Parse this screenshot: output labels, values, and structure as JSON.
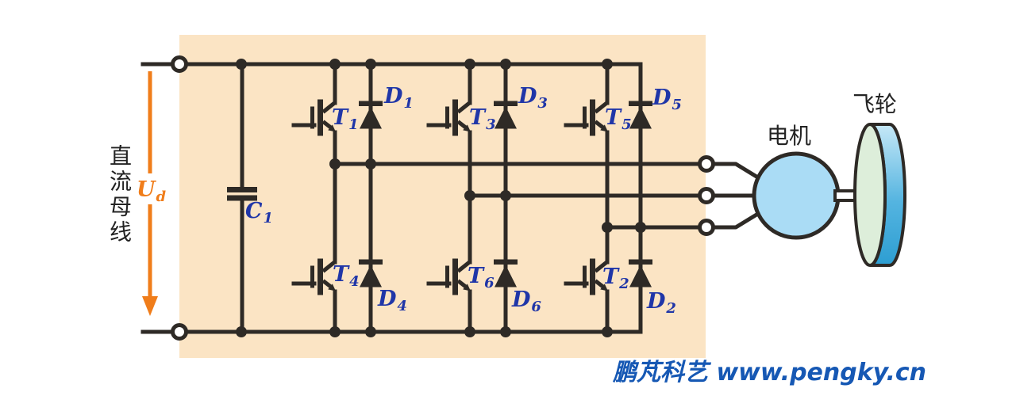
{
  "colors": {
    "background": "#ffffff",
    "panel_beige": "#fbe4c4",
    "wire_black": "#2e2a26",
    "component_label_blue": "#2036a8",
    "dc_arrow_orange": "#f07d1a",
    "motor_fill_blue": "#aadcf5",
    "flywheel_face_green": "#ddeeda",
    "flywheel_rim_blue_top": "#c6e8f7",
    "flywheel_rim_blue_bottom": "#2d9ed2",
    "watermark_blue": "#1658b4"
  },
  "left_section": {
    "dc_bus_label": "直流母线",
    "dc_voltage": {
      "main": "U",
      "sub": "d"
    }
  },
  "inverter": {
    "capacitor": {
      "main": "C",
      "sub": "1"
    },
    "transistors": [
      {
        "main": "T",
        "sub": "1"
      },
      {
        "main": "T",
        "sub": "3"
      },
      {
        "main": "T",
        "sub": "5"
      },
      {
        "main": "T",
        "sub": "4"
      },
      {
        "main": "T",
        "sub": "6"
      },
      {
        "main": "T",
        "sub": "2"
      }
    ],
    "diodes": [
      {
        "main": "D",
        "sub": "1"
      },
      {
        "main": "D",
        "sub": "3"
      },
      {
        "main": "D",
        "sub": "5"
      },
      {
        "main": "D",
        "sub": "4"
      },
      {
        "main": "D",
        "sub": "6"
      },
      {
        "main": "D",
        "sub": "2"
      }
    ]
  },
  "machine": {
    "motor_label": "电机",
    "flywheel_label": "飞轮"
  },
  "watermark": "鹏芃科艺 www.pengky.cn"
}
